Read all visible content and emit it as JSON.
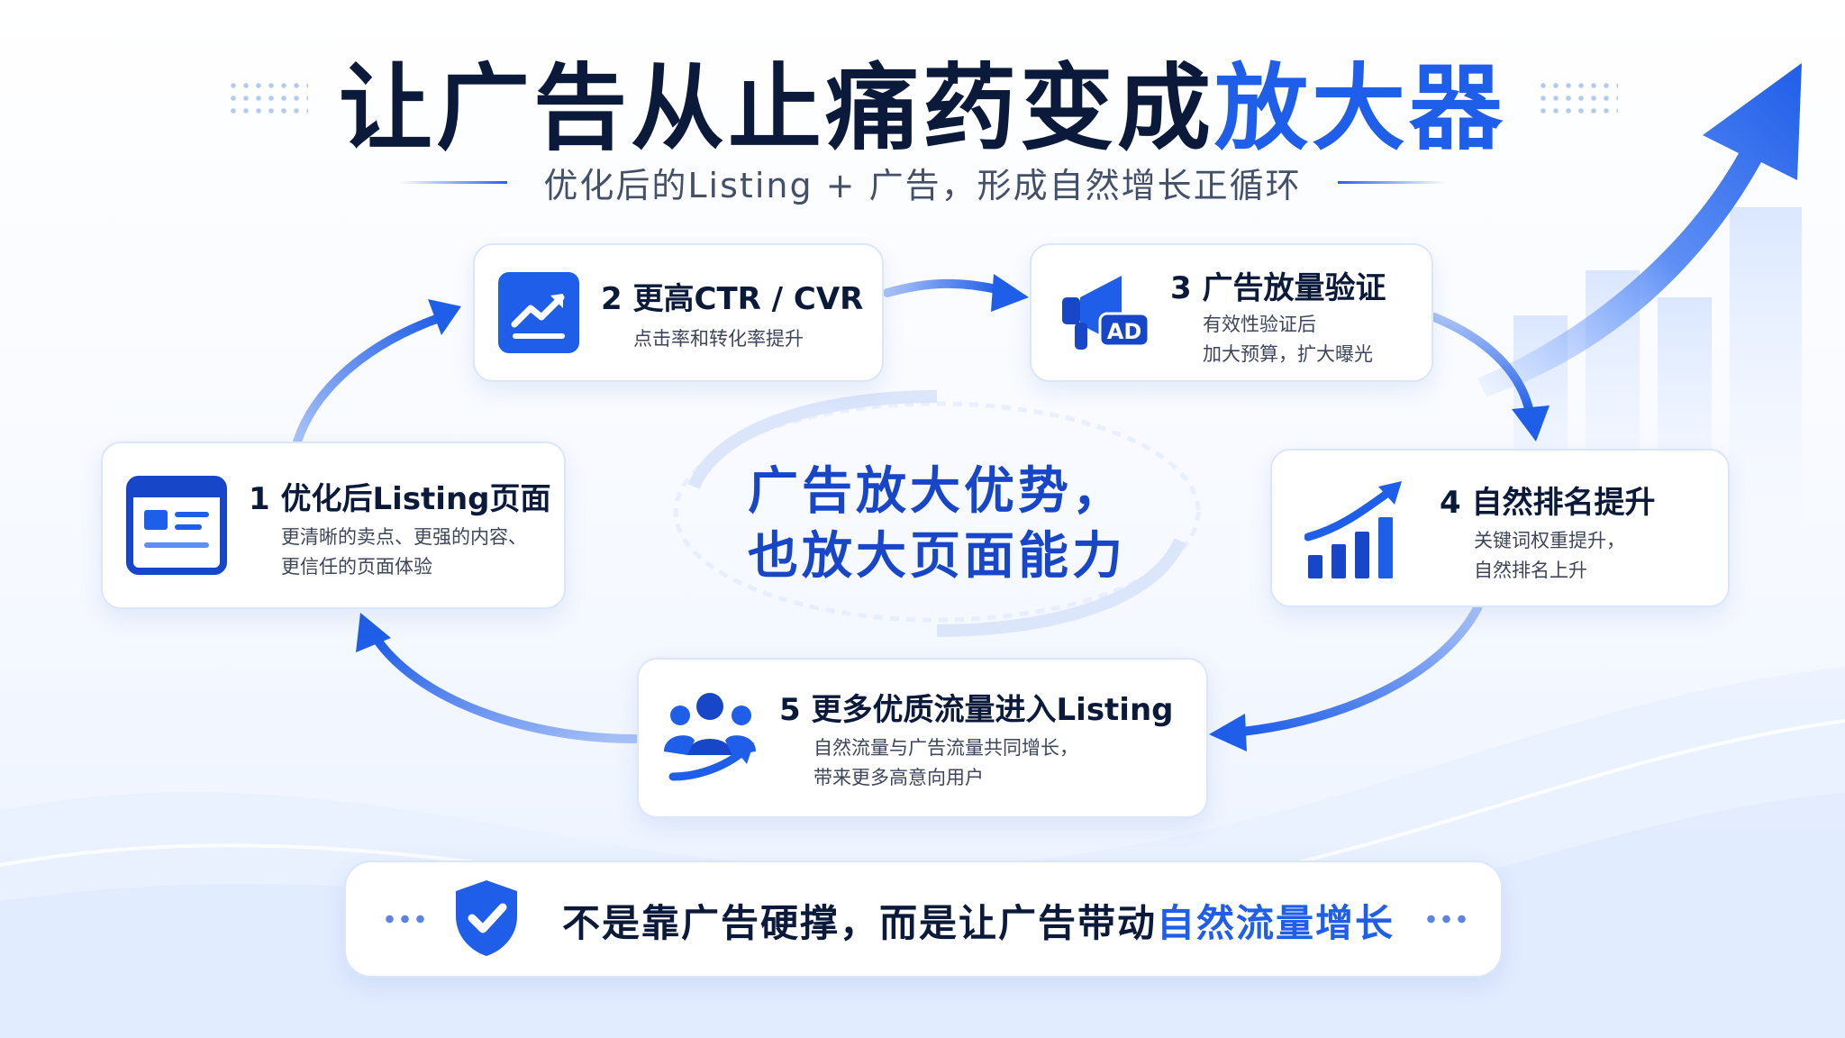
{
  "title": {
    "main": "让广告从止痛药变成",
    "accent": "放大器"
  },
  "subtitle": "优化后的Listing + 广告，形成自然增长正循环",
  "steps": [
    {
      "title": "1  优化后Listing页面",
      "desc1": "更清晰的卖点、更强的内容、",
      "desc2": "更信任的页面体验"
    },
    {
      "title": "2  更高CTR / CVR",
      "desc1": "点击率和转化率提升"
    },
    {
      "title": "3  广告放量验证",
      "desc1": "有效性验证后",
      "desc2": "加大预算，扩大曝光"
    },
    {
      "title": "4  自然排名提升",
      "desc1": "关键词权重提升，",
      "desc2": "自然排名上升"
    },
    {
      "title": "5  更多优质流量进入Listing",
      "desc1": "自然流量与广告流量共同增长，",
      "desc2": "带来更多高意向用户"
    }
  ],
  "center": {
    "line1": "广告放大优势，",
    "line2": "也放大页面能力"
  },
  "banner": {
    "main": "不是靠广告硬撑，而是让广告带动",
    "accent": "自然流量增长"
  },
  "icons": {
    "ad_label": "AD"
  },
  "colors": {
    "primary": "#1f5ee8",
    "dark": "#0b1a3a"
  }
}
